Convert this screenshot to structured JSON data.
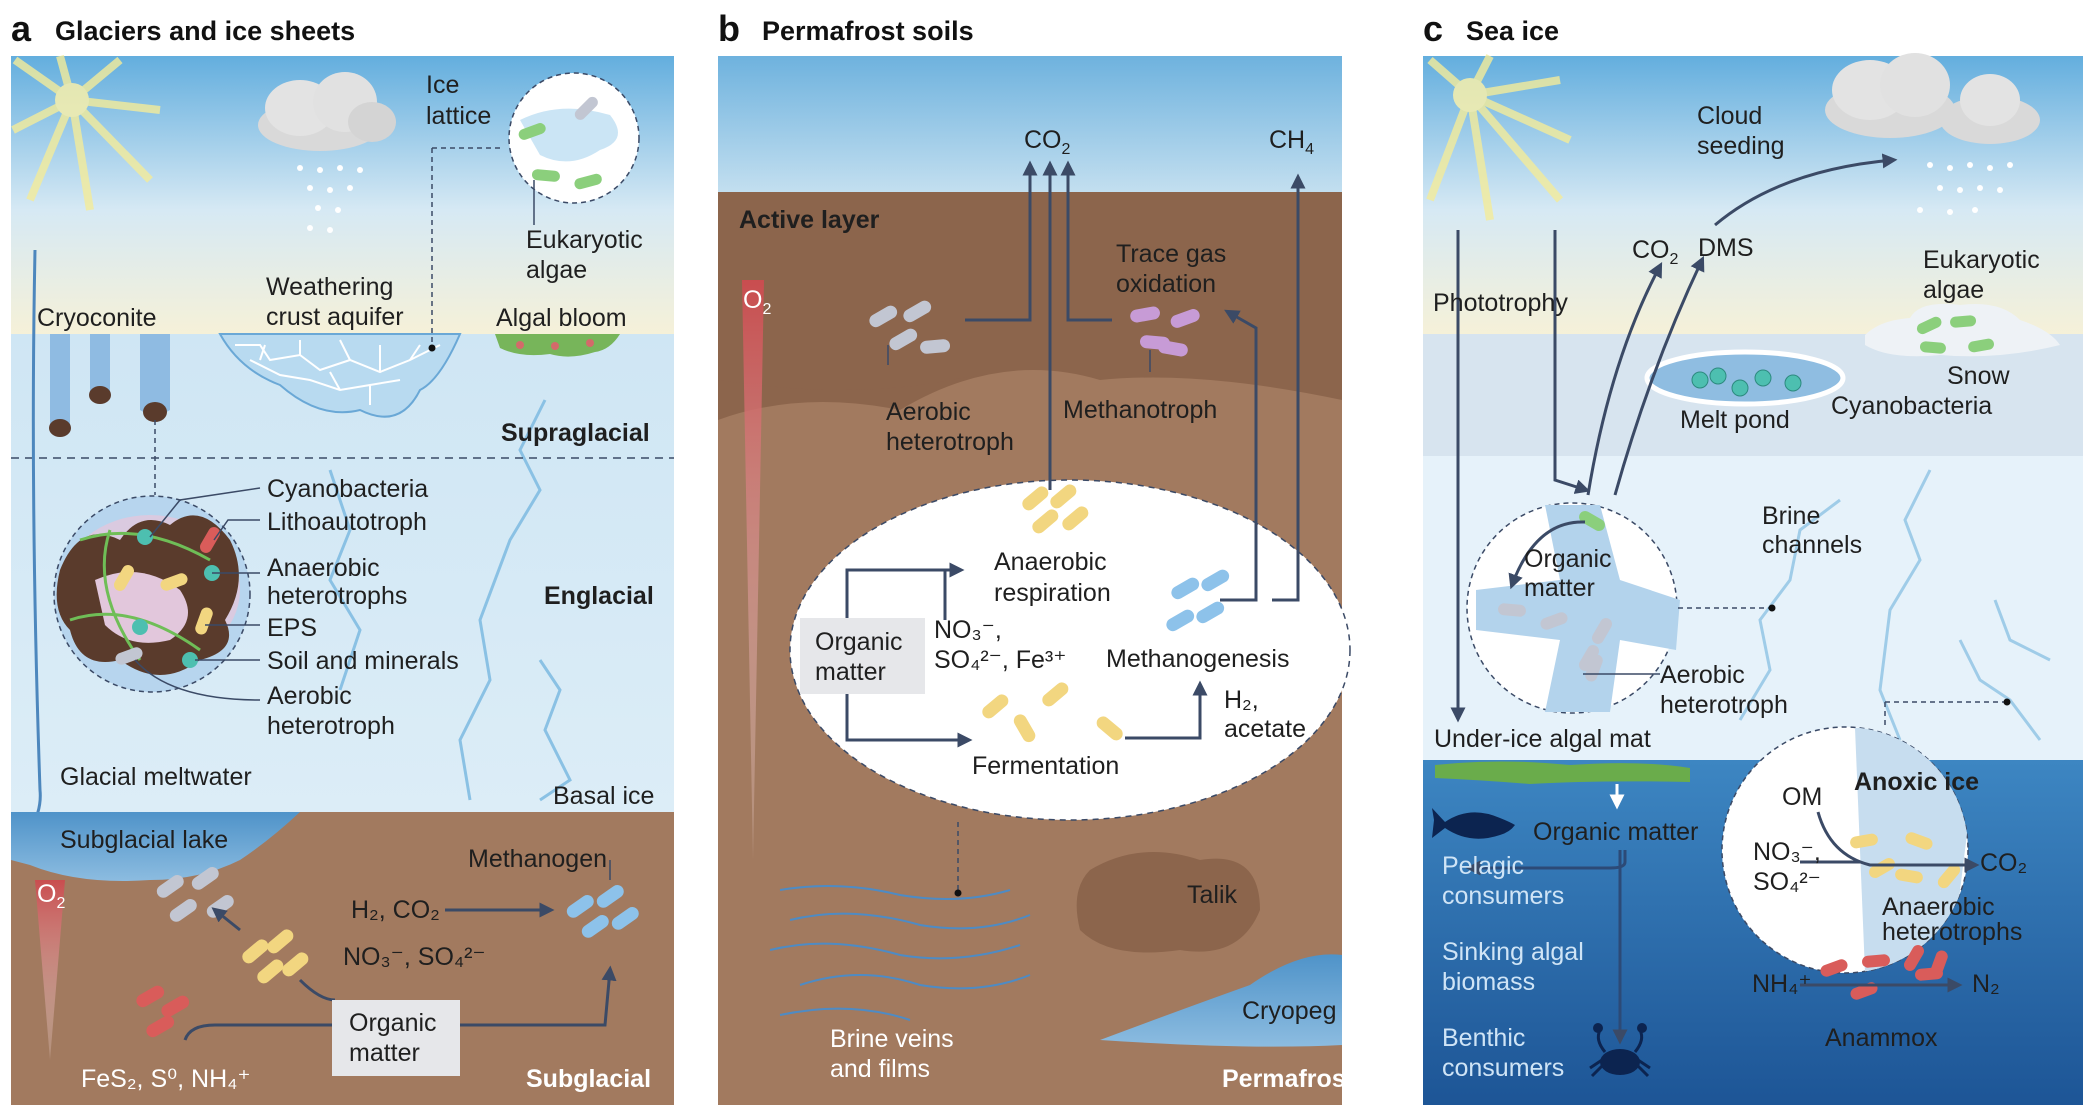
{
  "panel_a": {
    "letter": "a",
    "title": "Glaciers and ice sheets",
    "labels": {
      "cryoconite": "Cryoconite",
      "weathering": [
        "Weathering",
        "crust aquifer"
      ],
      "ice_lattice": [
        "Ice",
        "lattice"
      ],
      "eukaryotic_algae": [
        "Eukaryotic",
        "algae"
      ],
      "algal_bloom": "Algal bloom",
      "supraglacial": "Supraglacial",
      "englacial": "Englacial",
      "cyanobacteria": "Cyanobacteria",
      "lithoautotroph": "Lithoautotroph",
      "anaerobic_heterotrophs": [
        "Anaerobic",
        "heterotrophs"
      ],
      "eps": "EPS",
      "soil_minerals": "Soil and minerals",
      "aerobic_heterotroph": [
        "Aerobic",
        "heterotroph"
      ],
      "glacial_meltwater": "Glacial meltwater",
      "basal_ice": "Basal ice",
      "subglacial_lake": "Subglacial lake",
      "methanogen": "Methanogen",
      "o2": "O",
      "o2_sub": "2",
      "h2co2": "H₂, CO₂",
      "no3so4": "NO₃⁻, SO₄²⁻",
      "organic_matter": [
        "Organic",
        "matter"
      ],
      "fes2": "FeS₂, S⁰, NH₄⁺",
      "subglacial": "Subglacial"
    }
  },
  "panel_b": {
    "letter": "b",
    "title": "Permafrost soils",
    "labels": {
      "co2": "CO",
      "co2_sub": "2",
      "ch4": "CH",
      "ch4_sub": "4",
      "active_layer": "Active layer",
      "o2": "O",
      "o2_sub": "2",
      "trace_gas": [
        "Trace gas",
        "oxidation"
      ],
      "aerobic_heterotroph": [
        "Aerobic",
        "heterotroph"
      ],
      "methanotroph": "Methanotroph",
      "anaerobic_respiration": [
        "Anaerobic",
        "respiration"
      ],
      "organic_matter": [
        "Organic",
        "matter"
      ],
      "no3_line": "NO₃⁻,",
      "so4_line": "SO₄²⁻, Fe³⁺",
      "methanogenesis": "Methanogenesis",
      "h2_line": "H₂,",
      "acetate": "acetate",
      "fermentation": "Fermentation",
      "talik": "Talik",
      "brine_veins": [
        "Brine veins",
        "and films"
      ],
      "cryopeg": "Cryopeg",
      "permafrost": "Permafrost"
    }
  },
  "panel_c": {
    "letter": "c",
    "title": "Sea ice",
    "labels": {
      "cloud_seeding": [
        "Cloud",
        "seeding"
      ],
      "co2": "CO",
      "co2_sub": "2",
      "dms": "DMS",
      "phototrophy": "Phototrophy",
      "eukaryotic_algae": [
        "Eukaryotic",
        "algae"
      ],
      "snow": "Snow",
      "melt_pond": "Melt pond",
      "cyanobacteria": "Cyanobacteria",
      "brine_channels": [
        "Brine",
        "channels"
      ],
      "organic_matter_small": [
        "Organic",
        "matter"
      ],
      "aerobic_heterotroph": [
        "Aerobic",
        "heterotroph"
      ],
      "under_ice": "Under-ice algal mat",
      "anoxic_ice": "Anoxic ice",
      "om": "OM",
      "organic_matter": "Organic matter",
      "no3_so4": [
        "NO₃⁻,",
        "SO₄²⁻"
      ],
      "co2_out": "CO₂",
      "pelagic": [
        "Pelagic",
        "consumers"
      ],
      "anaerobic_heterotrophs": [
        "Anaerobic",
        "heterotrophs"
      ],
      "sinking": [
        "Sinking algal",
        "biomass"
      ],
      "nh4": "NH₄⁺",
      "n2": "N₂",
      "benthic": [
        "Benthic",
        "consumers"
      ],
      "anammox": "Anammox"
    }
  },
  "colors": {
    "sky_top": "#5aa6d8",
    "ice_light": "#dcecf6",
    "ice_mid": "#c6e2f3",
    "soil": "#a27a5f",
    "soil_dark": "#8c654c",
    "arrow": "#3b4a66",
    "cyan_bug": "#4dbfb0",
    "yellow_bug": "#f2d680",
    "grey_bug": "#c2c6d2",
    "red_bug": "#d95c5a",
    "purple_bug": "#c79bd6",
    "blue_bug": "#8dc2ea",
    "green_bug": "#8bcf7c",
    "sea": "#2a6fae"
  }
}
